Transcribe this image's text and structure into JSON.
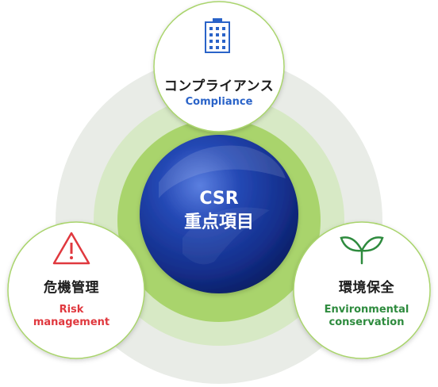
{
  "center": {
    "line1": "CSR",
    "line2": "重点項目"
  },
  "items": [
    {
      "key": "compliance",
      "title": "コンプライアンス",
      "subtitle": "Compliance",
      "subtitle_color": "#2a63c8",
      "icon": "building-icon"
    },
    {
      "key": "risk",
      "title": "危機管理",
      "subtitle_line1": "Risk",
      "subtitle_line2": "management",
      "subtitle_color": "#e0383e",
      "icon": "warning-icon"
    },
    {
      "key": "environment",
      "title": "環境保全",
      "subtitle_line1": "Environmental",
      "subtitle_line2": "conservation",
      "subtitle_color": "#2e8b3e",
      "icon": "sprout-icon"
    }
  ],
  "colors": {
    "outer_ring": "#e8ece6",
    "middle_ring": "#d4e7c2",
    "inner_ring": "#a8d46b",
    "center_sphere": "#1a3a9c",
    "circle_border": "#a8d46b"
  }
}
